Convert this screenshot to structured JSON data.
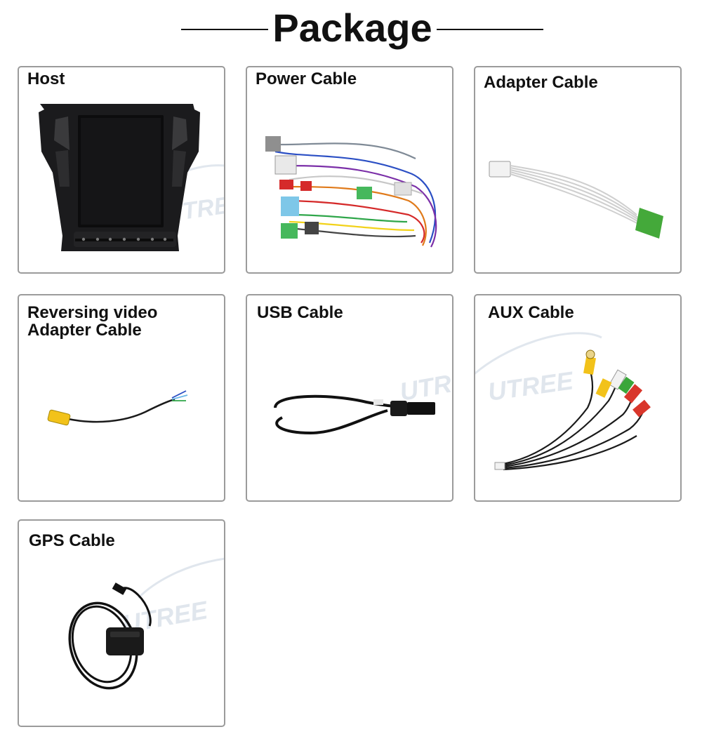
{
  "header": {
    "title": "Package"
  },
  "items": [
    {
      "name": "Host",
      "icon": "car-stereo-head-unit"
    },
    {
      "name": "Power Cable",
      "icon": "wiring-harness"
    },
    {
      "name": "Adapter Cable",
      "icon": "adapter-cable"
    },
    {
      "name_line1": "Reversing video",
      "name_line2": "Adapter Cable",
      "icon": "rca-video-cable"
    },
    {
      "name": "USB Cable",
      "icon": "usb-cable"
    },
    {
      "name": "AUX Cable",
      "icon": "rca-aux-cable"
    },
    {
      "name": "GPS Cable",
      "icon": "gps-antenna"
    }
  ],
  "colors": {
    "border": "#9b9b9b",
    "text": "#111111",
    "wire_green": "#3aa63a",
    "rca_yellow": "#f1c40f",
    "rca_red": "#d9362b"
  }
}
